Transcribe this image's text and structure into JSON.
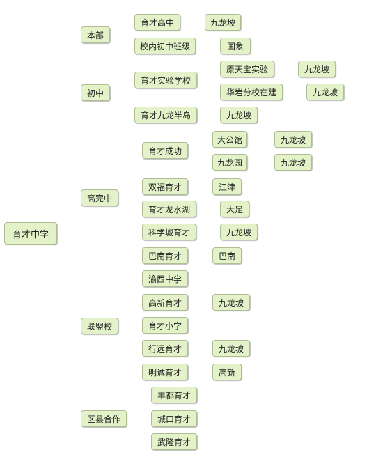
{
  "mindmap": {
    "root": "育才中学",
    "branches": [
      {
        "label": "本部",
        "children": [
          {
            "label": "育才高中",
            "children": [
              {
                "label": "九龙坡"
              }
            ]
          },
          {
            "label": "校内初中班级",
            "children": [
              {
                "label": "国象"
              }
            ]
          }
        ]
      },
      {
        "label": "初中",
        "children": [
          {
            "label": "育才实验学校",
            "children": [
              {
                "label": "原天宝实验",
                "children": [
                  {
                    "label": "九龙坡"
                  }
                ]
              },
              {
                "label": "华岩分校在建",
                "children": [
                  {
                    "label": "九龙坡"
                  }
                ]
              }
            ]
          },
          {
            "label": "育才九龙半岛",
            "children": [
              {
                "label": "九龙坡"
              }
            ]
          }
        ]
      },
      {
        "label": "高完中",
        "children": [
          {
            "label": "育才成功",
            "children": [
              {
                "label": "大公馆",
                "children": [
                  {
                    "label": "九龙坡"
                  }
                ]
              },
              {
                "label": "九龙园",
                "children": [
                  {
                    "label": "九龙坡"
                  }
                ]
              }
            ]
          },
          {
            "label": "双福育才",
            "children": [
              {
                "label": "江津"
              }
            ]
          },
          {
            "label": "育才龙水湖",
            "children": [
              {
                "label": "大足"
              }
            ]
          },
          {
            "label": "科学城育才",
            "children": [
              {
                "label": "九龙坡"
              }
            ]
          },
          {
            "label": "巴南育才",
            "children": [
              {
                "label": "巴南"
              }
            ]
          }
        ]
      },
      {
        "label": "联盟校",
        "children": [
          {
            "label": "渝西中学"
          },
          {
            "label": "高新育才",
            "children": [
              {
                "label": "九龙坡"
              }
            ]
          },
          {
            "label": "育才小学"
          },
          {
            "label": "行远育才",
            "children": [
              {
                "label": "九龙坡"
              }
            ]
          },
          {
            "label": "明诚育才",
            "children": [
              {
                "label": "高新"
              }
            ]
          }
        ]
      },
      {
        "label": "区县合作",
        "children": [
          {
            "label": "丰都育才"
          },
          {
            "label": "城口育才"
          },
          {
            "label": "武隆育才"
          }
        ]
      }
    ]
  }
}
